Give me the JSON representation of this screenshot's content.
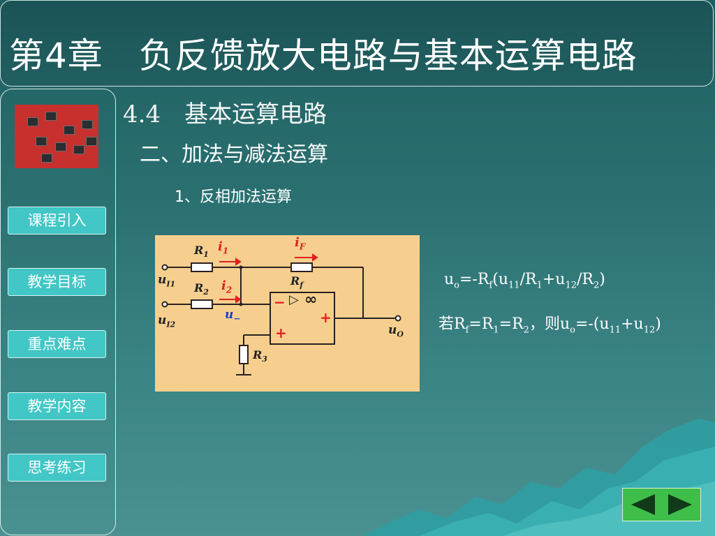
{
  "header": {
    "title": "第4章　负反馈放大电路与基本运算电路"
  },
  "sidebar": {
    "photo_icon": "ic-chips-photo",
    "buttons": [
      {
        "label": "课程引入"
      },
      {
        "label": "教学目标"
      },
      {
        "label": "重点难点"
      },
      {
        "label": "教学内容"
      },
      {
        "label": "思考练习"
      }
    ]
  },
  "content": {
    "section": "4.4　基本运算电路",
    "subsection": "二、加法与减法运算",
    "item": "1、反相加法运算"
  },
  "circuit": {
    "labels": {
      "r1": "R",
      "r1_sub": "1",
      "r2": "R",
      "r2_sub": "2",
      "rf": "R",
      "rf_sub": "f",
      "r3": "R",
      "r3_sub": "3",
      "i1": "i",
      "i1_sub": "1",
      "i2": "i",
      "i2_sub": "2",
      "if": "i",
      "if_sub": "F",
      "u11": "u",
      "u11_sub": "I1",
      "u12": "u",
      "u12_sub": "I2",
      "uminus": "u",
      "uminus_sub": "−",
      "uo": "u",
      "uo_sub": "O",
      "minus": "−",
      "plus": "+",
      "plus_out": "+",
      "infinity": "∞",
      "triangle": "▷"
    }
  },
  "formulas": {
    "f1": {
      "a": "u",
      "a_sub": "o",
      "b": "=-R",
      "b_sub": "f",
      "c": "(u",
      "c_sub": "11",
      "d": "/R",
      "d_sub": "1",
      "e": "+u",
      "e_sub": "12",
      "f": "/R",
      "f_sub": "2",
      "g": ")"
    },
    "f2": {
      "a": "若R",
      "a_sub": "f",
      "b": "=R",
      "b_sub": "1",
      "c": "=R",
      "c_sub": "2",
      "d": "，则u",
      "d_sub": "o",
      "e": "=-(u",
      "e_sub": "11",
      "f": "+u",
      "f_sub": "12",
      "g": ")"
    }
  },
  "navigation": {
    "prev_icon": "triangle-left-icon",
    "next_icon": "triangle-right-icon"
  },
  "colors": {
    "background": "#2a6f70",
    "button": "#42c6c6",
    "circuit_bg": "#f6cf8e",
    "nav": "#3fbf4a",
    "current_arrow": "#e02020",
    "u_minus": "#1a3fd0"
  }
}
